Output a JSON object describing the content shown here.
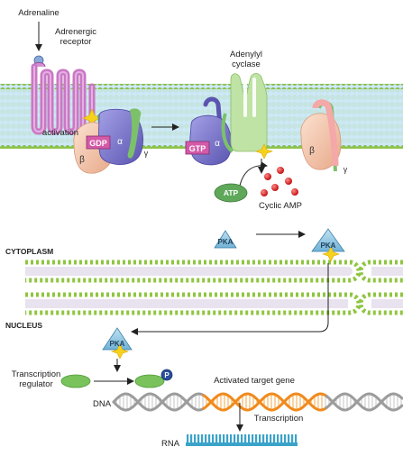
{
  "labels": {
    "adrenaline": "Adrenaline",
    "adrenergic_receptor_1": "Adrenergic",
    "adrenergic_receptor_2": "receptor",
    "activation": "activation",
    "adenylyl_cyclase_1": "Adenylyl",
    "adenylyl_cyclase_2": "cyclase",
    "gdp": "GDP",
    "gtp": "GTP",
    "alpha": "α",
    "beta": "β",
    "gamma": "γ",
    "atp": "ATP",
    "cyclic_amp": "Cyclic AMP",
    "pka": "PKA",
    "cytoplasm": "CYTOPLASM",
    "nucleus": "NUCLEUS",
    "transcription_regulator_1": "Transcription",
    "transcription_regulator_2": "regulator",
    "phosphate": "P",
    "activated_target_gene": "Activated target gene",
    "dna": "DNA",
    "transcription": "Transcription",
    "rna": "RNA"
  },
  "colors": {
    "membrane_band": "#cde9f6",
    "membrane_bead": "#8fc540",
    "receptor": "#c978c4",
    "g_alpha": "#7a75c8",
    "g_beta": "#f4c4a4",
    "g_gamma": "#7cc16a",
    "gdp_gtp_box": "#d45aa8",
    "cyclase": "#bfe3a4",
    "atp": "#5fa85a",
    "camp": "#e02222",
    "pka": "#8fc6e3",
    "regulator": "#7ac35c",
    "phosphate": "#2b4f9c",
    "gene": "#f08a1c",
    "dna": "#9c9c9c",
    "rna": "#3aa3c9"
  }
}
